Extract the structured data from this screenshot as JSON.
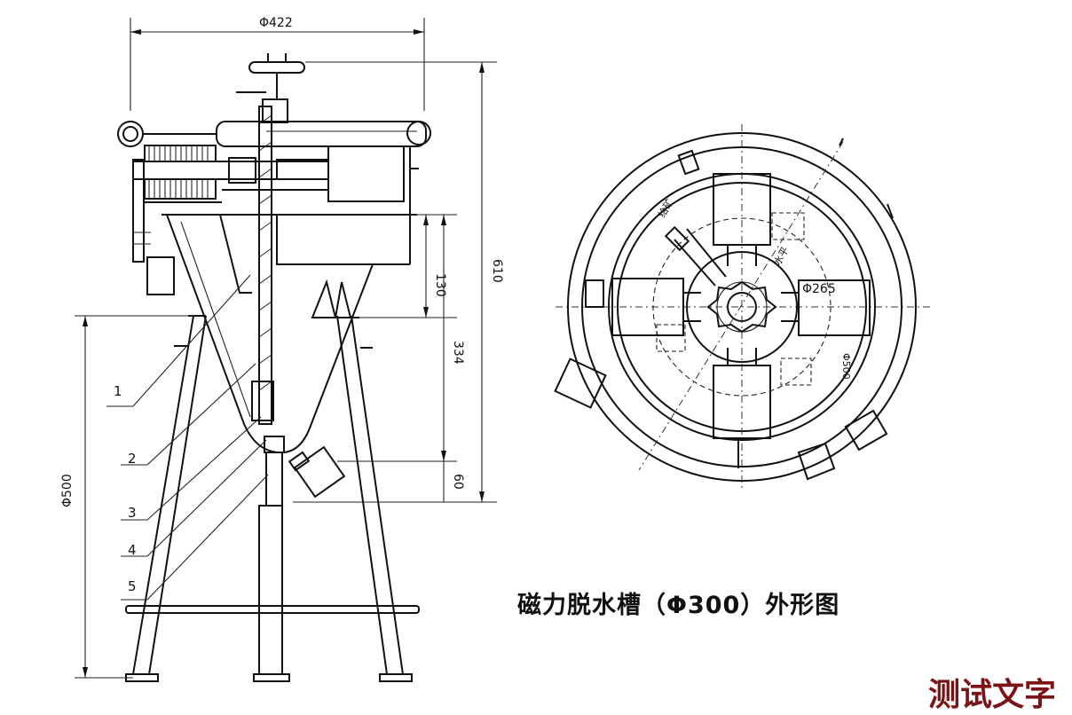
{
  "dimensions": {
    "width_422": "Φ422",
    "height_610": "610",
    "height_334": "334",
    "height_130": "130",
    "height_60": "60",
    "dia_500_left": "Φ500",
    "dia_265": "Φ265",
    "dia_500_plan": "Φ500"
  },
  "part_labels": [
    "1",
    "2",
    "3",
    "4",
    "5"
  ],
  "plan_labels": {
    "feed": "给矿",
    "overflow": "水平"
  },
  "caption": "磁力脱水槽（Φ300）外形图",
  "watermark": "测试文字"
}
